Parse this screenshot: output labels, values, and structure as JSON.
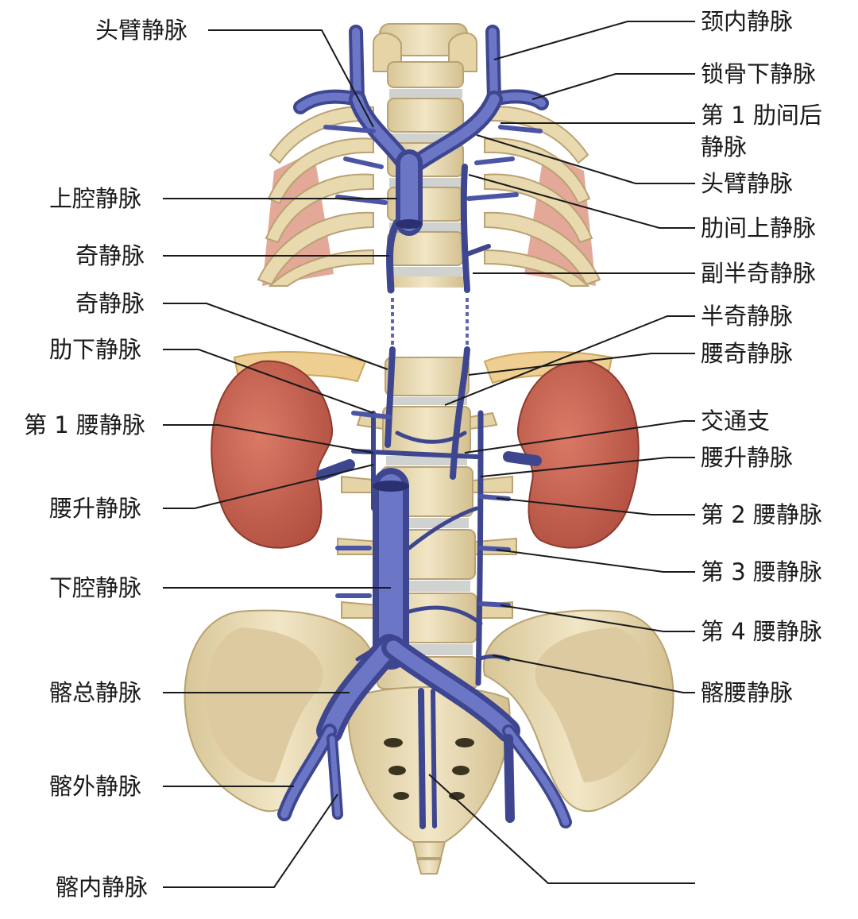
{
  "colors": {
    "vein": "#5a66b8",
    "vein_dark": "#3d468f",
    "bone": "#e9dcb4",
    "bone_shadow": "#c9b588",
    "kidney": "#c9604f",
    "kidney_dark": "#a9483b",
    "muscle": "#d98b76",
    "disc": "#cfd2cf",
    "line": "#1a1a1a"
  },
  "labels_left": [
    {
      "id": "brachiocephalic-top",
      "text": "头臂静脉"
    },
    {
      "id": "svc",
      "text": "上腔静脉"
    },
    {
      "id": "azygos-upper",
      "text": "奇静脉"
    },
    {
      "id": "azygos-lower",
      "text": "奇静脉"
    },
    {
      "id": "subcostal",
      "text": "肋下静脉"
    },
    {
      "id": "lumbar-1",
      "text": "第 1 腰静脉"
    },
    {
      "id": "ascending-lumbar-left",
      "text": "腰升静脉"
    },
    {
      "id": "ivc",
      "text": "下腔静脉"
    },
    {
      "id": "common-iliac",
      "text": "髂总静脉"
    },
    {
      "id": "external-iliac",
      "text": "髂外静脉"
    },
    {
      "id": "internal-iliac",
      "text": "髂内静脉"
    }
  ],
  "labels_right": [
    {
      "id": "internal-jugular",
      "text": "颈内静脉"
    },
    {
      "id": "subclavian",
      "text": "锁骨下静脉"
    },
    {
      "id": "posterior-intercostal-1a",
      "text": "第 1 肋间后"
    },
    {
      "id": "posterior-intercostal-1b",
      "text": "静脉"
    },
    {
      "id": "brachiocephalic-right",
      "text": "头臂静脉"
    },
    {
      "id": "superior-intercostal",
      "text": "肋间上静脉"
    },
    {
      "id": "accessory-hemiazygos",
      "text": "副半奇静脉"
    },
    {
      "id": "hemiazygos",
      "text": "半奇静脉"
    },
    {
      "id": "lumbar-azygos",
      "text": "腰奇静脉"
    },
    {
      "id": "communicating",
      "text": "交通支"
    },
    {
      "id": "ascending-lumbar-right",
      "text": "腰升静脉"
    },
    {
      "id": "lumbar-2",
      "text": "第 2 腰静脉"
    },
    {
      "id": "lumbar-3",
      "text": "第 3 腰静脉"
    },
    {
      "id": "lumbar-4",
      "text": "第 4 腰静脉"
    },
    {
      "id": "iliolumbar",
      "text": "髂腰静脉"
    }
  ]
}
